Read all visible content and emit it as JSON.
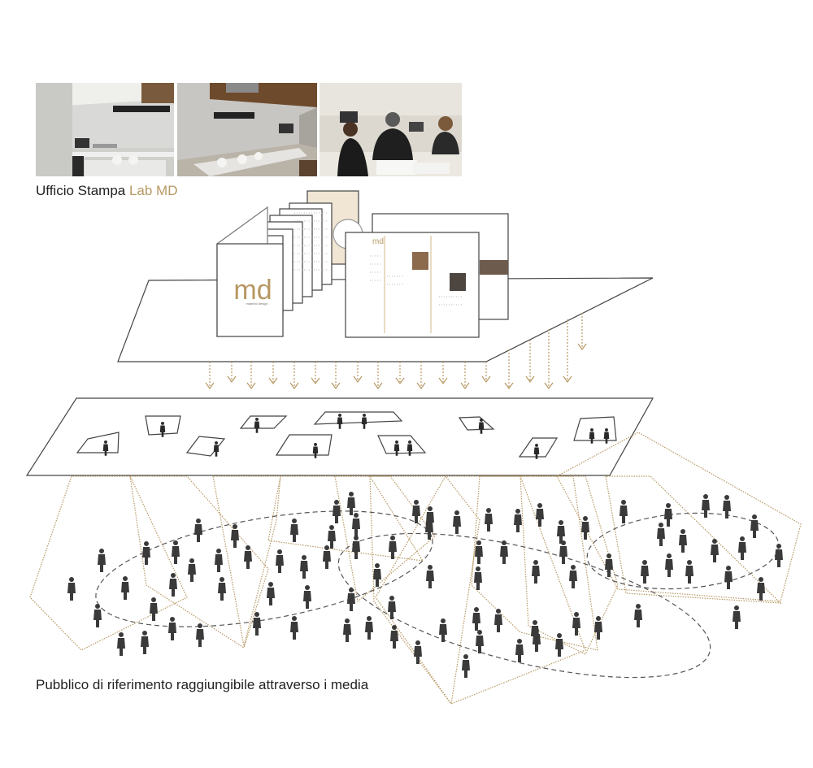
{
  "office_caption": {
    "prefix": "Ufficio Stampa",
    "highlight": "Lab MD"
  },
  "brochure": {
    "logo": "md",
    "sub": "material design"
  },
  "audience_caption": "Pubblico di riferimento raggiungibile attraverso i media",
  "colors": {
    "accent": "#b79863",
    "line": "#333333",
    "figure": "#3a3a3a"
  },
  "icons": [
    "down-arrow-icon",
    "person-icon"
  ]
}
